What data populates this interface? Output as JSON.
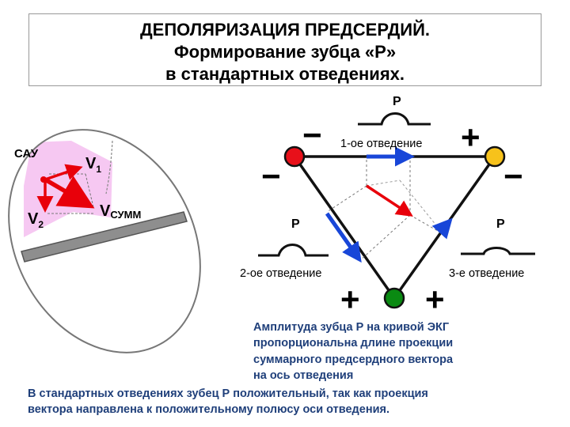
{
  "title": {
    "line1": "ДЕПОЛЯРИЗАЦИЯ ПРЕДСЕРДИЙ.",
    "line2": "Формирование зубца «Р»",
    "line3": "в стандартных отведениях."
  },
  "heart": {
    "sau_label": "САУ",
    "v1_main": "V",
    "v1_sub": "1",
    "v2_main": "V",
    "v2_sub": "2",
    "vsum_main": "V",
    "vsum_sub": "СУММ",
    "atrium_fill": "#F6C8F2",
    "vector_color": "#E8000A"
  },
  "triangle": {
    "lead1_label": "1-ое отведение",
    "lead2_label": "2-ое отведение",
    "lead3_label": "3-е отведение",
    "p_wave_label": "P",
    "minus_sign": "−",
    "plus_sign": "+",
    "electrode_red": "#E8101A",
    "electrode_yellow": "#F7C21B",
    "electrode_green": "#0A8A12",
    "projection_color": "#1846D8"
  },
  "info_lines": [
    "Амплитуда зубца Р на кривой ЭКГ",
    "пропорциональна длине проекции",
    "суммарного предсердного вектора",
    "на ось отведения"
  ],
  "conclusion_lines": [
    "В стандартных отведениях зубец Р положительный, так как проекция",
    "вектора направлена к положительному полюсу оси отведения."
  ]
}
